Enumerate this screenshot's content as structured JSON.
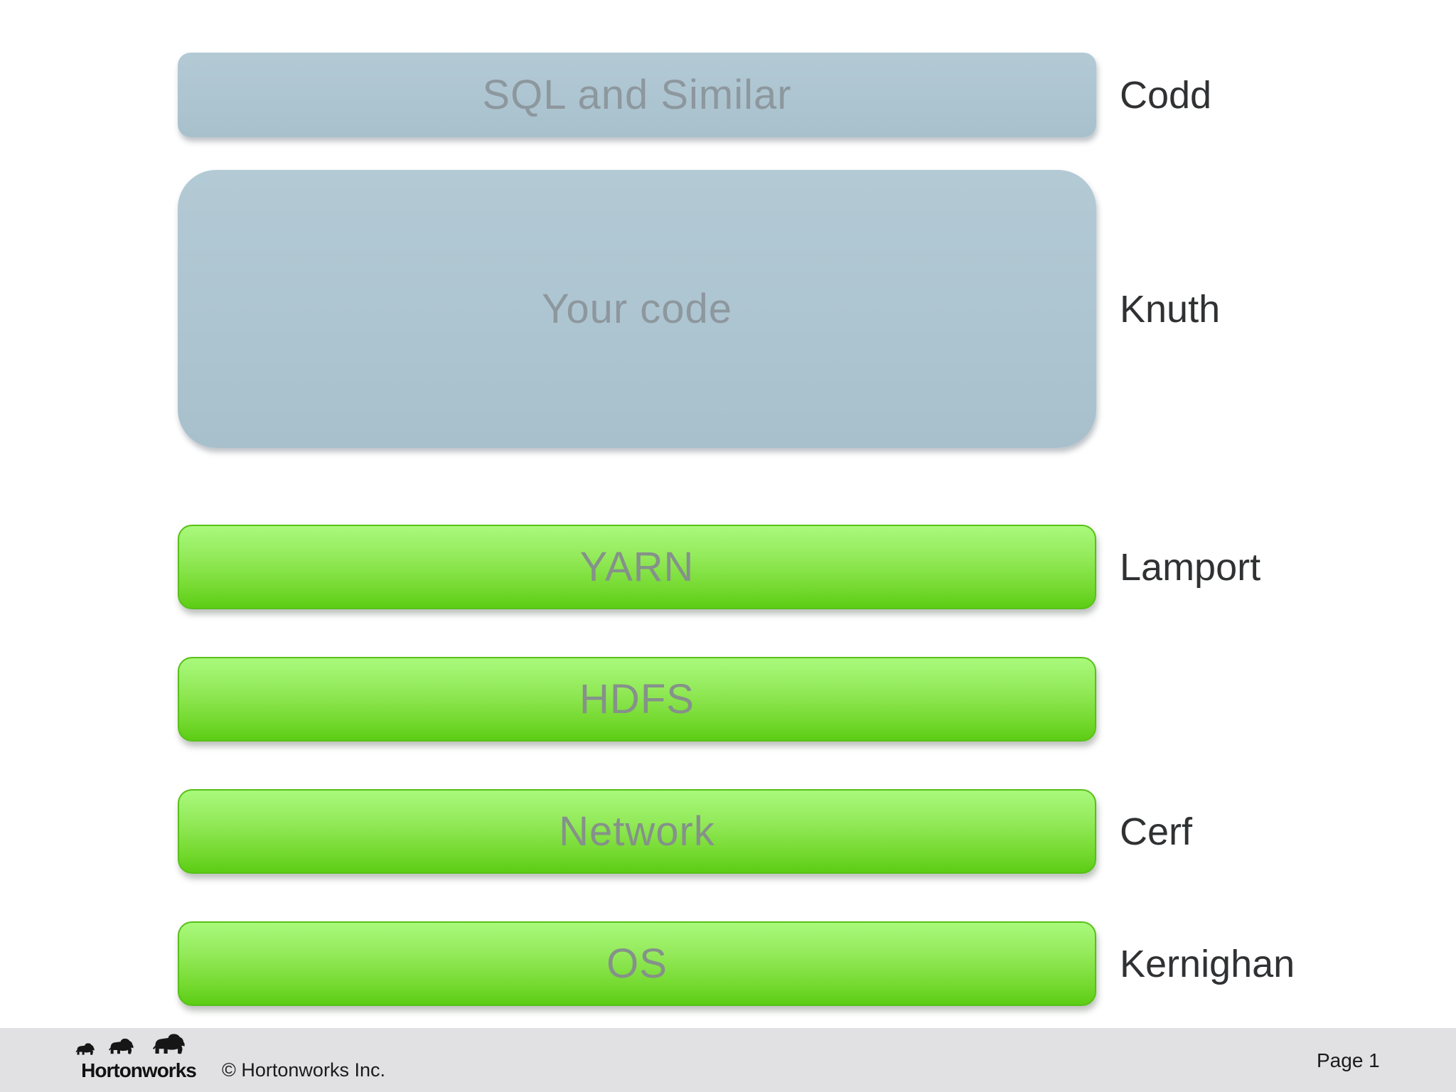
{
  "slide": {
    "rows": [
      {
        "id": "sql",
        "box_label": "SQL and Similar",
        "side_label": "Codd",
        "variant": "blue"
      },
      {
        "id": "your-code",
        "box_label": "Your code",
        "side_label": "Knuth",
        "variant": "blue"
      },
      {
        "id": "yarn",
        "box_label": "YARN",
        "side_label": "Lamport",
        "variant": "green"
      },
      {
        "id": "hdfs",
        "box_label": "HDFS",
        "side_label": "",
        "variant": "green"
      },
      {
        "id": "network",
        "box_label": "Network",
        "side_label": "Cerf",
        "variant": "green"
      },
      {
        "id": "os",
        "box_label": "OS",
        "side_label": "Kernighan",
        "variant": "green"
      }
    ]
  },
  "footer": {
    "logo_text": "Hortonworks",
    "copyright": "© Hortonworks Inc.",
    "page": "Page 1"
  },
  "colors": {
    "blue_box_fill": "#adc5d1",
    "blue_box_text": "#8d979e",
    "green_box_top": "#a9f97c",
    "green_box_bottom": "#5ccd15",
    "green_box_border": "#57c117",
    "green_box_text": "#85918a",
    "side_label_text": "#2f3133",
    "footer_bar": "#e1e1e3",
    "background": "#ffffff"
  }
}
